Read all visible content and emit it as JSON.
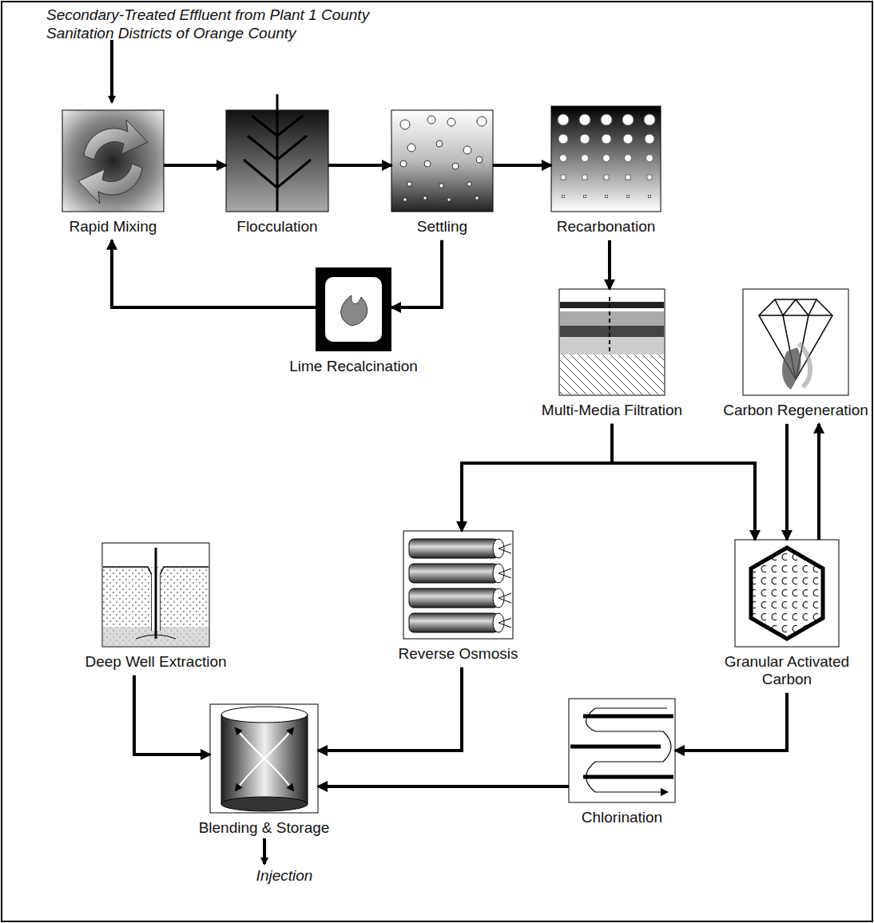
{
  "diagram": {
    "nodes": [
      {
        "text": [
          "Rapid Mixing"
        ]
      },
      {
        "text": [
          "Flocculation"
        ]
      },
      {
        "text": [
          "Settling"
        ]
      },
      {
        "text": [
          "Recarbonation"
        ]
      },
      {
        "text": [
          "Lime Recalcination"
        ]
      },
      {
        "text": [
          "Multi-Media Filtration"
        ]
      },
      {
        "text": [
          "Carbon Regeneration"
        ]
      },
      {
        "text": [
          "Reverse Osmosis"
        ]
      },
      {
        "text": [
          "Granular Activated Carbon"
        ]
      },
      {
        "text": [
          "Deep Well Extraction"
        ]
      },
      {
        "text": [
          "Chlorination"
        ]
      },
      {
        "text": [
          "Blending & Storage"
        ]
      }
    ],
    "edges": [
      {
        "from": 0,
        "to": 1,
        "arrow": "to"
      },
      {
        "from": 1,
        "to": 2,
        "arrow": "to"
      },
      {
        "from": 2,
        "to": 3,
        "arrow": "to"
      },
      {
        "from": 2,
        "to": 4,
        "arrow": "to"
      },
      {
        "from": 4,
        "to": 0,
        "arrow": "to"
      },
      {
        "from": 3,
        "to": 5,
        "arrow": "to"
      },
      {
        "from": 5,
        "to": 7,
        "arrow": "to"
      },
      {
        "from": 5,
        "to": 8,
        "arrow": "to"
      },
      {
        "from": 6,
        "to": 8,
        "arrow": "to"
      },
      {
        "from": 8,
        "to": 6,
        "arrow": "to"
      },
      {
        "from": 8,
        "to": 10,
        "arrow": "to"
      },
      {
        "from": 10,
        "to": 11,
        "arrow": "to"
      },
      {
        "from": 7,
        "to": 11,
        "arrow": "to"
      },
      {
        "from": 9,
        "to": 11,
        "arrow": "to"
      }
    ],
    "labels": [
      "Secondary-Treated Effluent from Plant 1 County Sanitation Districts of Orange County",
      "Injection"
    ]
  }
}
